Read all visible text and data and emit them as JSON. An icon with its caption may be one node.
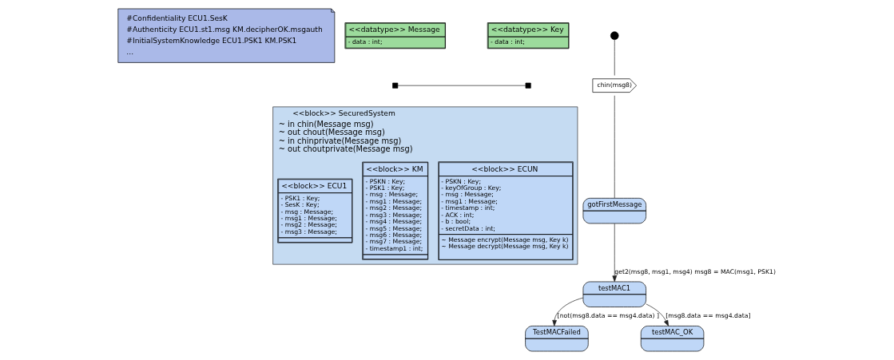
{
  "diagram": {
    "nodes": [
      {
        "text": [
          "#Confidentiality ECU1.SesK",
          "#Authenticity ECU1.st1.msg KM.decipherOK.msgauth",
          "#InitialSystemKnowledge ECU1.PSK1 KM.PSK1",
          "..."
        ]
      },
      {
        "text": [
          "<<datatype>> Message",
          "- data : int;"
        ]
      },
      {
        "text": [
          "<<datatype>> Key",
          "- data : int;"
        ]
      },
      {
        "text": [
          "<<block>> SecuredSystem",
          "~ in chin(Message msg)",
          "~ out chout(Message msg)",
          "~ in chinprivate(Message msg)",
          "~ out choutprivate(Message msg)"
        ]
      },
      {
        "text": [
          "<<block>> ECU1",
          "- PSK1 : Key;",
          "- SesK : Key;",
          "- msg : Message;",
          "- msg1 : Message;",
          "- msg2 : Message;",
          "- msg3 : Message;"
        ],
        "in": 3
      },
      {
        "text": [
          "<<block>> KM",
          "- PSKN : Key;",
          "- PSK1 : Key;",
          "- msg : Message;",
          "- msg1 : Message;",
          "- msg2 : Message;",
          "- msg3 : Message;",
          "- msg4 : Message;",
          "- msg5 : Message;",
          "- msg6 : Message;",
          "- msg7 : Message;",
          "- timestamp1 : int;"
        ],
        "in": 3
      },
      {
        "text": [
          "<<block>> ECUN",
          "- PSKN : Key;",
          "- keyOfGroup : Key;",
          "- msg : Message;",
          "- msg1 : Message;",
          "- timestamp : int;",
          "- ACK : int;",
          "- b : bool;",
          "- secretData : int;",
          "~ Message encrypt(Message msg, Key k)",
          "~ Message decrypt(Message msg, Key k)"
        ],
        "in": 3
      },
      {
        "text": [],
        "shape": "box"
      },
      {
        "text": [],
        "shape": "box"
      },
      {
        "text": [],
        "shape": "circle"
      },
      {
        "text": [
          "chin(msg8)"
        ]
      },
      {
        "text": [
          "gotFirstMessage"
        ]
      },
      {
        "text": [
          "testMAC1"
        ]
      },
      {
        "text": [
          "TestMACFailed"
        ]
      },
      {
        "text": [
          "testMAC_OK"
        ]
      }
    ],
    "edges": [
      {
        "from": 7,
        "to": 8,
        "arrow": "none"
      },
      {
        "from": 9,
        "to": 10,
        "arrow": "none"
      },
      {
        "from": 10,
        "to": 11,
        "arrow": "none"
      },
      {
        "from": 11,
        "to": 12,
        "arrow": "to",
        "label": "get2(msg8, msg1, msg4) msg8 = MAC(msg1, PSK1)"
      },
      {
        "from": 12,
        "to": 13,
        "arrow": "to",
        "label": "[not(msg8.data == msg4.data) ]"
      },
      {
        "from": 12,
        "to": 14,
        "arrow": "to",
        "label": "[msg8.data == msg4.data]"
      }
    ]
  }
}
